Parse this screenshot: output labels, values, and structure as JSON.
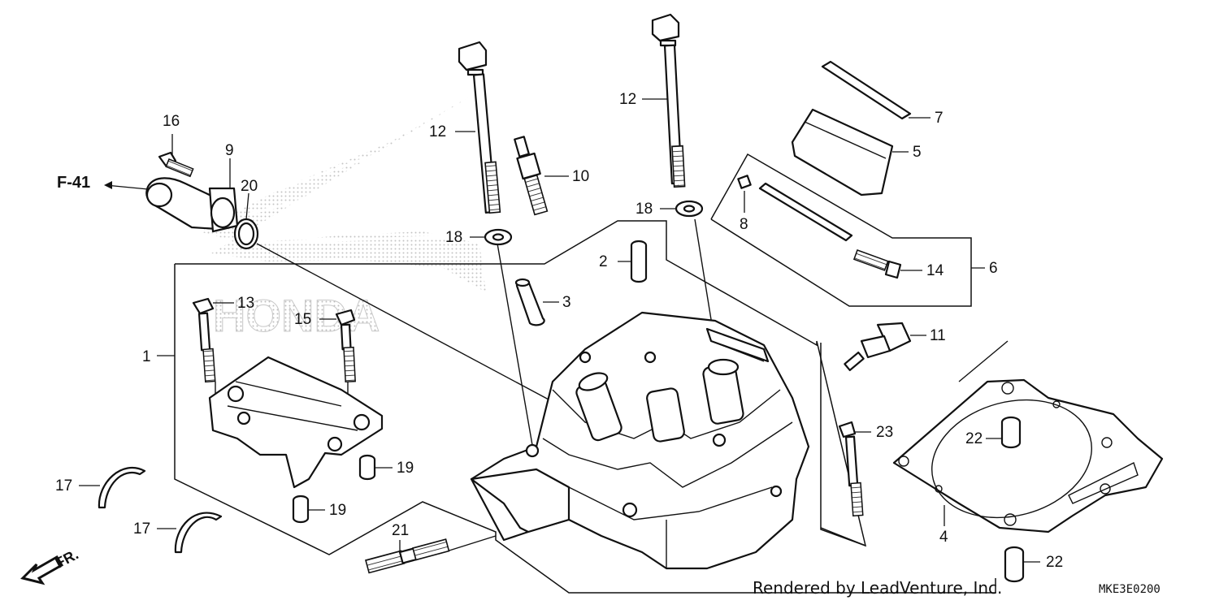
{
  "diagram": {
    "ref_label": "F-41",
    "front_label": "FR.",
    "watermark": "HONDA",
    "credit": "Rendered by LeadVenture, Inc.",
    "code": "MKE3E0200",
    "callouts": {
      "c1": "1",
      "c2": "2",
      "c3": "3",
      "c4": "4",
      "c5": "5",
      "c6": "6",
      "c7": "7",
      "c8": "8",
      "c9": "9",
      "c10": "10",
      "c11": "11",
      "c12a": "12",
      "c12b": "12",
      "c13": "13",
      "c14": "14",
      "c15": "15",
      "c16": "16",
      "c17a": "17",
      "c17b": "17",
      "c18a": "18",
      "c18b": "18",
      "c19a": "19",
      "c19b": "19",
      "c20": "20",
      "c21": "21",
      "c22a": "22",
      "c22b": "22",
      "c23": "23"
    }
  }
}
